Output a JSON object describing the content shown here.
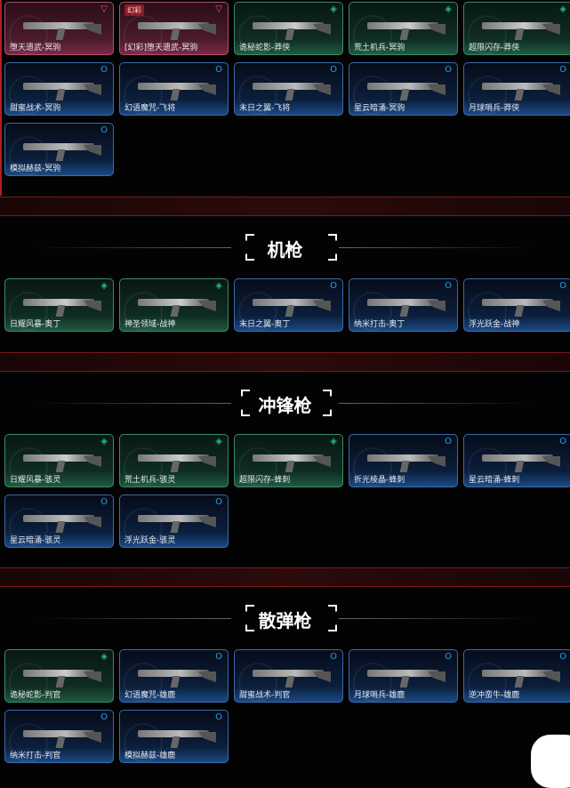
{
  "sections": [
    {
      "title": "",
      "cards": [
        {
          "name": "堕天遗武-冥驹",
          "rarity": "pink",
          "icon": "triangle-icon"
        },
        {
          "name": "[幻彩]堕天遗武-冥驹",
          "rarity": "pink",
          "icon": "triangle-icon",
          "tag": "幻彩"
        },
        {
          "name": "诡秘蛇影-莽侠",
          "rarity": "green",
          "icon": "diamond-icon"
        },
        {
          "name": "荒土机兵-冥驹",
          "rarity": "green",
          "icon": "diamond-icon"
        },
        {
          "name": "超限闪存-莽侠",
          "rarity": "green",
          "icon": "diamond-icon"
        },
        {
          "name": "甜蜜战术-冥驹",
          "rarity": "blue",
          "icon": "ring-icon"
        },
        {
          "name": "幻语魔咒-飞将",
          "rarity": "blue",
          "icon": "ring-icon"
        },
        {
          "name": "末日之翼-飞将",
          "rarity": "blue",
          "icon": "ring-icon"
        },
        {
          "name": "星云暗涌-冥驹",
          "rarity": "blue",
          "icon": "ring-icon"
        },
        {
          "name": "月球哨兵-莽侠",
          "rarity": "blue",
          "icon": "ring-icon"
        },
        {
          "name": "模拟赫兹-冥驹",
          "rarity": "blue",
          "icon": "ring-icon"
        }
      ]
    },
    {
      "title": "机枪",
      "cards": [
        {
          "name": "日耀风暴-奥丁",
          "rarity": "green",
          "icon": "diamond-icon"
        },
        {
          "name": "神圣领域-战神",
          "rarity": "green",
          "icon": "diamond-icon"
        },
        {
          "name": "末日之翼-奥丁",
          "rarity": "blue",
          "icon": "ring-icon"
        },
        {
          "name": "纳米打击-奥丁",
          "rarity": "blue",
          "icon": "ring-icon"
        },
        {
          "name": "浮光跃金-战神",
          "rarity": "blue",
          "icon": "ring-icon"
        }
      ]
    },
    {
      "title": "冲锋枪",
      "cards": [
        {
          "name": "日耀风暴-骇灵",
          "rarity": "green",
          "icon": "diamond-icon"
        },
        {
          "name": "荒土机兵-骇灵",
          "rarity": "green",
          "icon": "diamond-icon"
        },
        {
          "name": "超限闪存-蜂刺",
          "rarity": "green",
          "icon": "diamond-icon"
        },
        {
          "name": "折光棱晶-蜂刺",
          "rarity": "blue",
          "icon": "ring-icon"
        },
        {
          "name": "星云暗涌-蜂刺",
          "rarity": "blue",
          "icon": "ring-icon"
        },
        {
          "name": "星云暗涌-骇灵",
          "rarity": "blue",
          "icon": "ring-icon"
        },
        {
          "name": "浮光跃金-骇灵",
          "rarity": "blue",
          "icon": "ring-icon"
        }
      ]
    },
    {
      "title": "散弹枪",
      "cards": [
        {
          "name": "诡秘蛇影-判官",
          "rarity": "green",
          "icon": "diamond-icon"
        },
        {
          "name": "幻语魔咒-雄鹿",
          "rarity": "blue",
          "icon": "ring-icon"
        },
        {
          "name": "甜蜜战术-判官",
          "rarity": "blue",
          "icon": "ring-icon"
        },
        {
          "name": "月球哨兵-雄鹿",
          "rarity": "blue",
          "icon": "ring-icon"
        },
        {
          "name": "逆冲蛮牛-雄鹿",
          "rarity": "blue",
          "icon": "ring-icon"
        },
        {
          "name": "纳米打击-判官",
          "rarity": "blue",
          "icon": "ring-icon"
        },
        {
          "name": "模拟赫兹-雄鹿",
          "rarity": "blue",
          "icon": "ring-icon"
        }
      ]
    }
  ],
  "colors": {
    "pink": "#b0506e",
    "green": "#3a8a66",
    "blue": "#3a6aa8",
    "divider": "#7a1a1a"
  }
}
